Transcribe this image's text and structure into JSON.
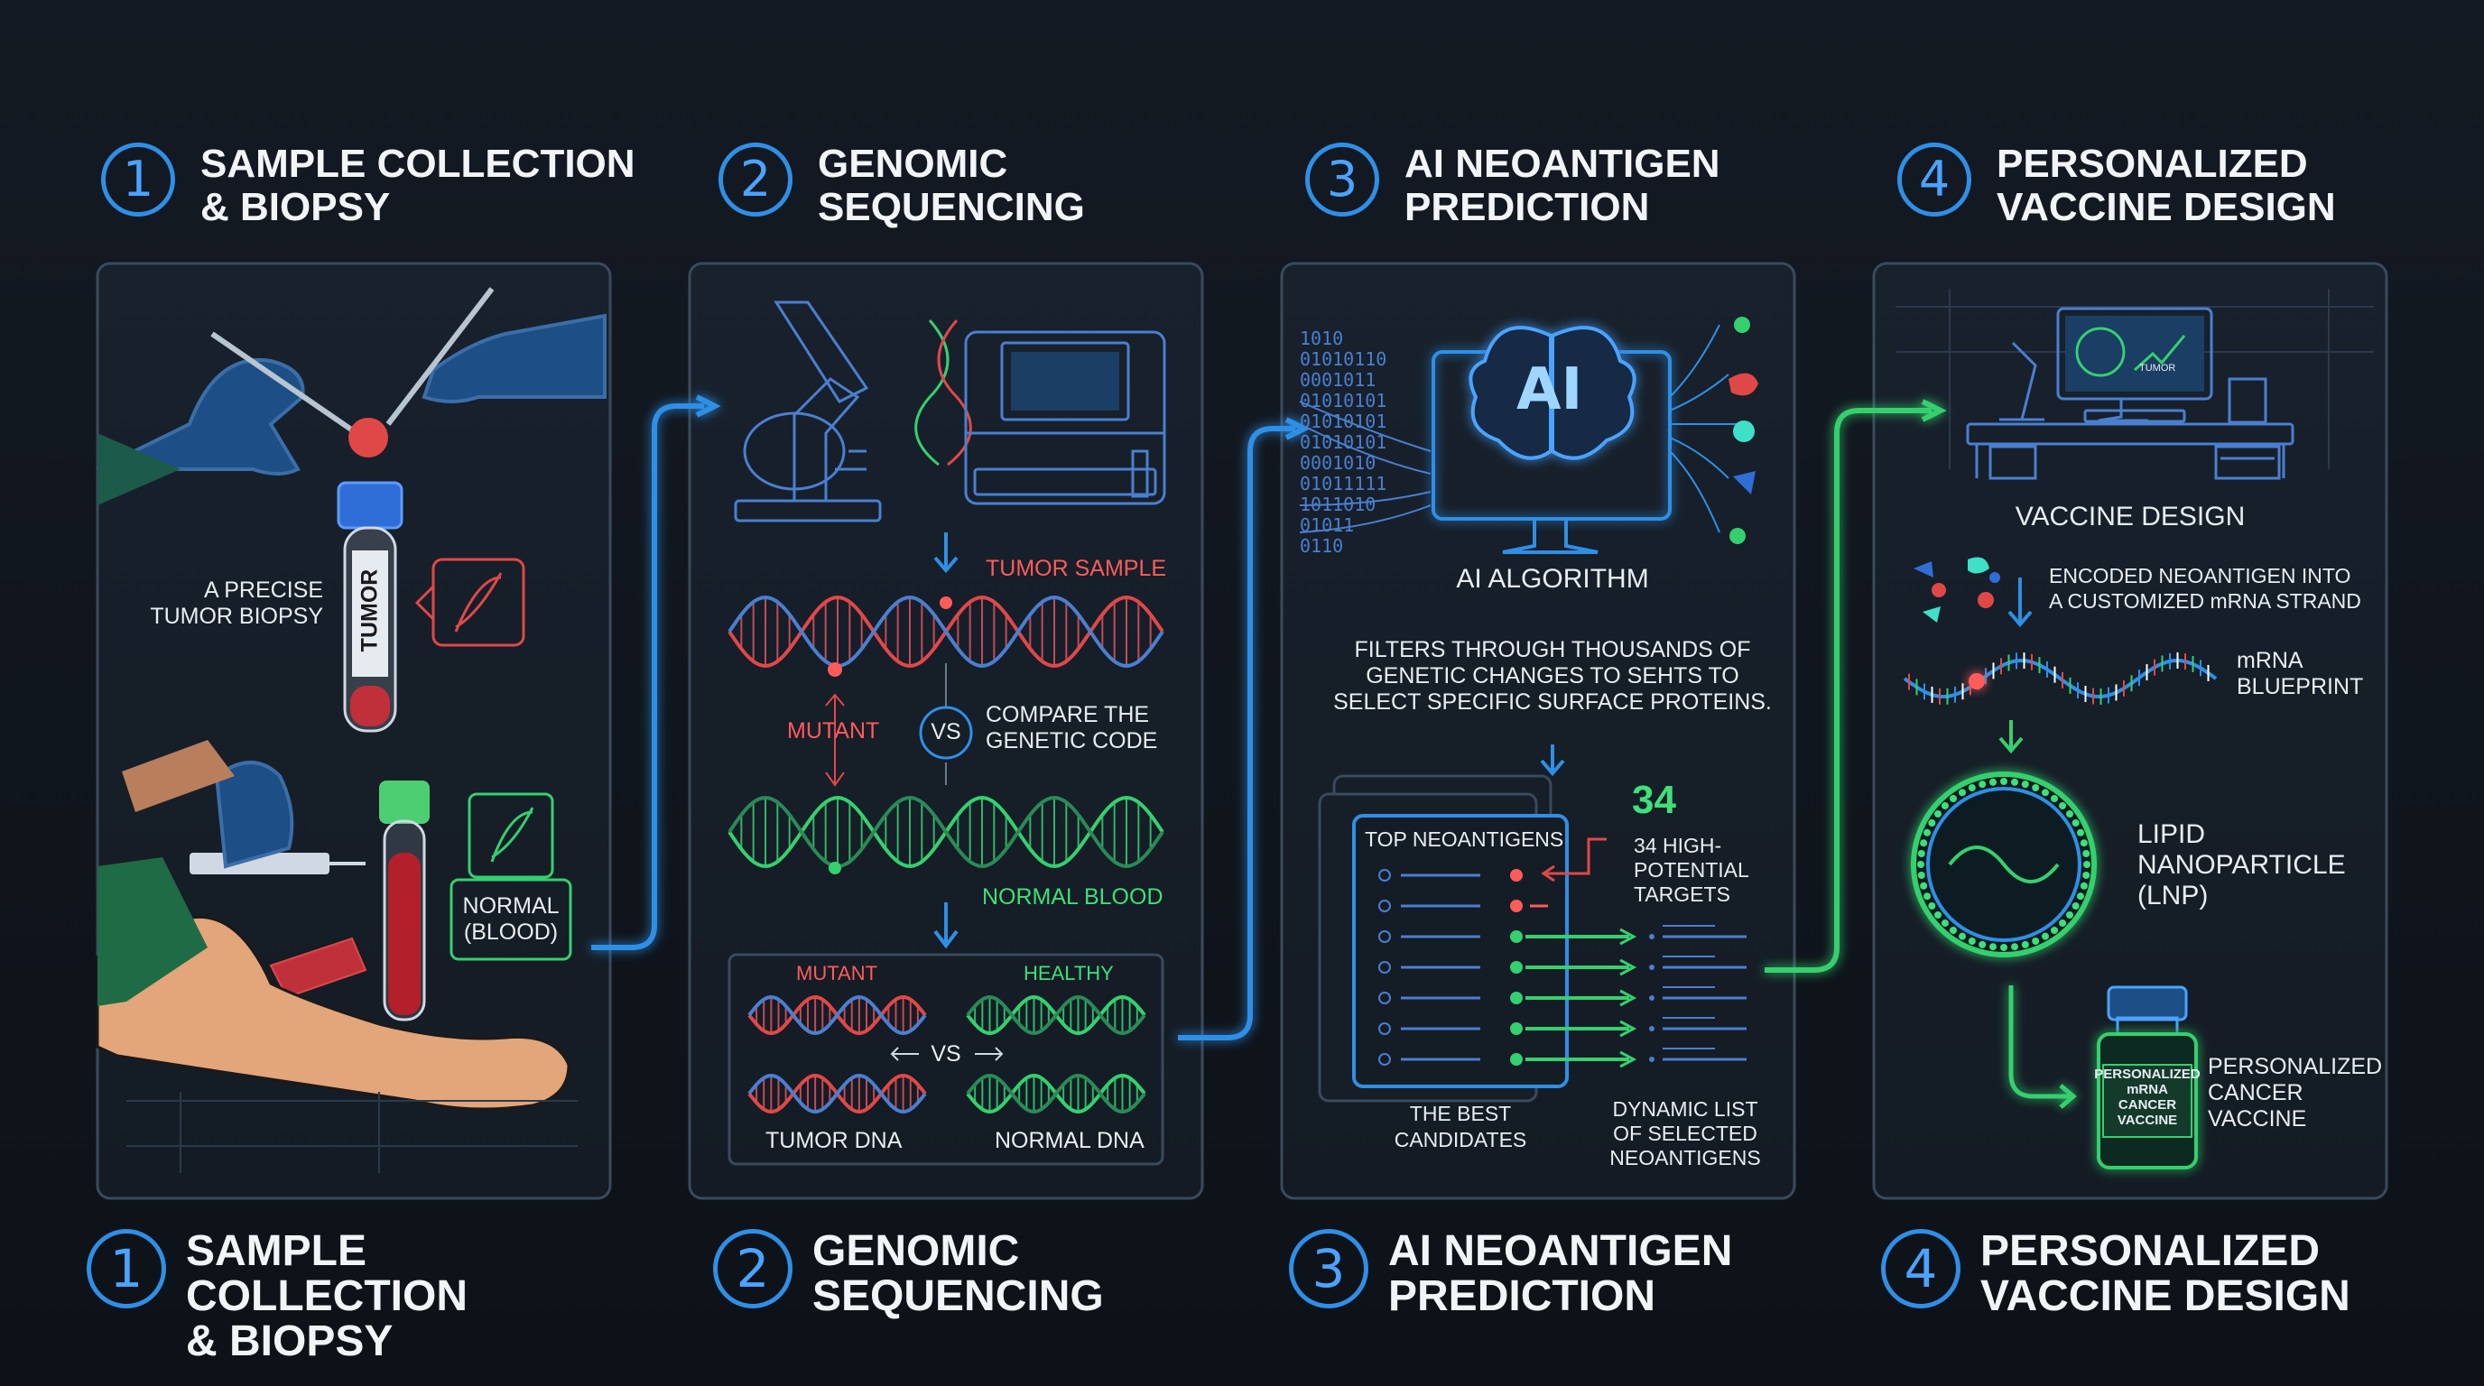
{
  "steps_top": [
    {
      "num": "1",
      "title": "SAMPLE COLLECTION\n& BIOPSY"
    },
    {
      "num": "2",
      "title": "GENOMIC\nSEQUENCING"
    },
    {
      "num": "3",
      "title": "AI NEOANTIGEN\nPREDICTION"
    },
    {
      "num": "4",
      "title": "PERSONALIZED\nVACCINE DESIGN"
    }
  ],
  "steps_bottom": [
    {
      "num": "1",
      "title": "SAMPLE COLLECTION\n& BIOPSY"
    },
    {
      "num": "2",
      "title": "GENOMIC\nSEQUENCING"
    },
    {
      "num": "3",
      "title": "AI NEOANTIGEN\nPREDICTION"
    },
    {
      "num": "4",
      "title": "PERSONALIZED\nVACCINE DESIGN"
    }
  ],
  "panel1": {
    "biopsy_label": "A PRECISE\nTUMOR BIOPSY",
    "tube_label": "TUMOR",
    "blood_label": "NORMAL\n(BLOOD)"
  },
  "panel2": {
    "tumor_sample": "TUMOR SAMPLE",
    "mutant": "MUTANT",
    "vs": "VS",
    "compare": "COMPARE THE\nGENETIC CODE",
    "normal_blood": "NORMAL BLOOD",
    "box_mutant": "MUTANT",
    "box_healthy": "HEALTHY",
    "box_vs": "VS",
    "tumor_dna": "TUMOR DNA",
    "normal_dna": "NORMAL DNA"
  },
  "panel3": {
    "ai_text": "AI",
    "ai_algorithm": "AI ALGORITHM",
    "filters_text": "FILTERS THROUGH THOUSANDS OF\nGENETIC CHANGES TO SEHTS TO\nSELECT SPECIFIC SURFACE PROTEINS.",
    "list_title": "TOP NEOANTIGENS",
    "count": "34",
    "targets": "34 HIGH-\nPOTENTIAL\nTARGETS",
    "best": "THE BEST\nCANDIDATES",
    "dynamic": "DYNAMIC LIST\nOF SELECTED\nNEOANTIGENS",
    "binary_lines": [
      "1010",
      "01010110",
      "0001011",
      "01010101",
      "01010101",
      "01010101",
      "0001010",
      "01011111",
      "1011010",
      "01011",
      "0110"
    ]
  },
  "panel4": {
    "screen_label": "TUMOR",
    "vaccine_design": "VACCINE DESIGN",
    "encoded": "ENCODED NEOANTIGEN INTO\nA CUSTOMIZED mRNA STRAND",
    "mrna": "mRNA\nBLUEPRINT",
    "lnp": "LIPID\nNANOPARTICLE\n(LNP)",
    "vial_label": "PERSONALIZED\nmRNA\nCANCER\nVACCINE",
    "vaccine_text": "PERSONALIZED\nCANCER\nVACCINE"
  },
  "colors": {
    "accent_blue": "#2f8fe6",
    "tumor_red": "#e04848",
    "normal_green": "#35d06e",
    "panel_border": "#3a4a5c"
  }
}
